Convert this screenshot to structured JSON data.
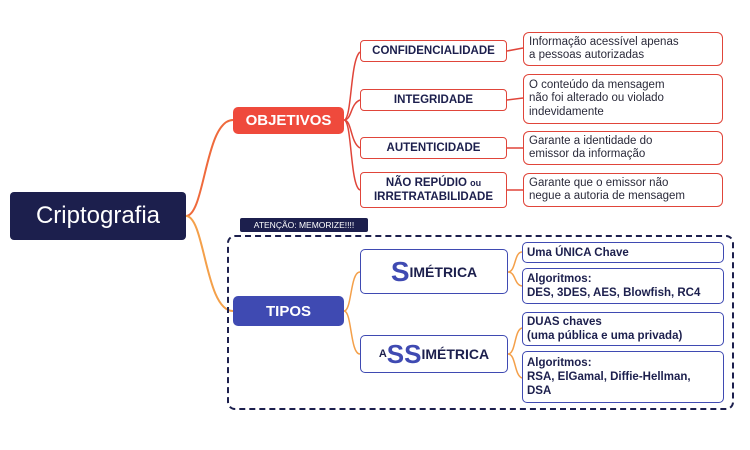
{
  "root": {
    "label": "Criptografia"
  },
  "objetivos": {
    "label": "OBJETIVOS",
    "items": [
      {
        "name": "CONFIDENCIALIDADE",
        "desc": "Informação acessível apenas\na pessoas autorizadas"
      },
      {
        "name": "INTEGRIDADE",
        "desc": "O conteúdo da mensagem\nnão foi alterado ou violado\nindevidamente"
      },
      {
        "name": "AUTENTICIDADE",
        "desc": "Garante a identidade do\nemissor da informação"
      },
      {
        "name_line1": "NÃO REPÚDIO",
        "name_line1b": "ou",
        "name_line2": "IRRETRATABILIDADE",
        "desc": "Garante que o emissor não\nnegue a autoria de mensagem"
      }
    ]
  },
  "attention": {
    "label": "ATENÇÃO: MEMORIZE!!!!"
  },
  "tipos": {
    "label": "TIPOS",
    "simetrica": {
      "big": "S",
      "rest": "IMÉTRICA",
      "key": "Uma ÚNICA Chave",
      "algos": "Algoritmos:\nDES, 3DES, AES, Blowfish, RC4"
    },
    "assimetrica": {
      "small_a": "A",
      "big": "SS",
      "rest": "IMÉTRICA",
      "key": "DUAS chaves\n(uma pública e uma privada)",
      "algos": "Algoritmos:\nRSA, ElGamal, Diffie-Hellman,\nDSA"
    }
  },
  "colors": {
    "navy": "#1c1f4d",
    "red": "#ef4a3c",
    "blue": "#3f4ab2",
    "orange": "#f4a04a"
  }
}
